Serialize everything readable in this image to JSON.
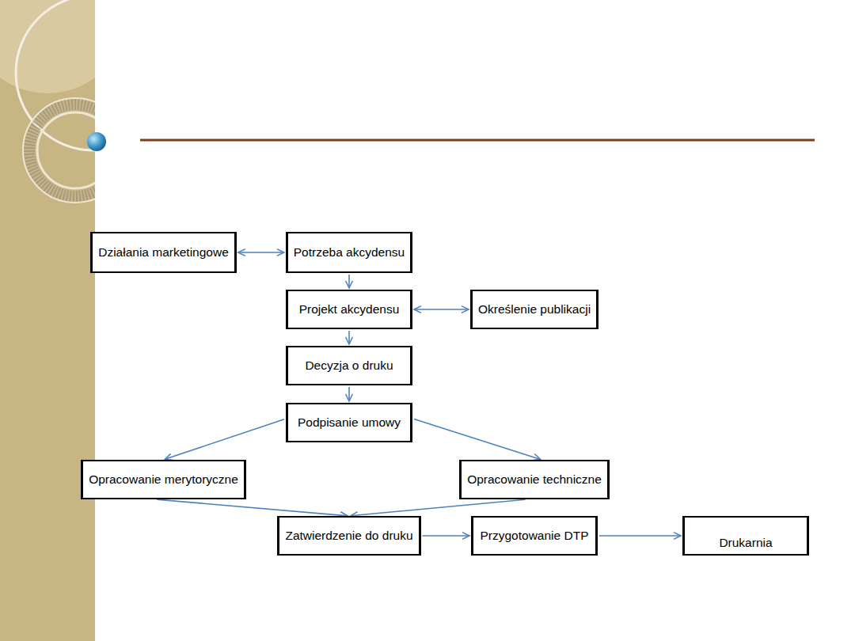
{
  "diagram": {
    "nodes": [
      {
        "text": [
          "Działania marketingowe"
        ]
      },
      {
        "text": [
          "Potrzeba akcydensu"
        ]
      },
      {
        "text": [
          "Projekt akcydensu"
        ]
      },
      {
        "text": [
          "Określenie publikacji"
        ]
      },
      {
        "text": [
          "Decyzja o druku"
        ]
      },
      {
        "text": [
          "Podpisanie umowy"
        ]
      },
      {
        "text": [
          "Opracowanie merytoryczne"
        ]
      },
      {
        "text": [
          "Opracowanie techniczne"
        ]
      },
      {
        "text": [
          "Zatwierdzenie do druku"
        ]
      },
      {
        "text": [
          "Przygotowanie DTP"
        ]
      },
      {
        "text": [
          "Drukarnia"
        ]
      }
    ],
    "edges": [
      {
        "from": 0,
        "to": 1,
        "arrow": "both"
      },
      {
        "from": 1,
        "to": 2,
        "arrow": "to"
      },
      {
        "from": 2,
        "to": 3,
        "arrow": "both"
      },
      {
        "from": 2,
        "to": 4,
        "arrow": "to"
      },
      {
        "from": 4,
        "to": 5,
        "arrow": "to"
      },
      {
        "from": 5,
        "to": 6,
        "arrow": "to"
      },
      {
        "from": 5,
        "to": 7,
        "arrow": "to"
      },
      {
        "from": 6,
        "to": 8,
        "arrow": "to"
      },
      {
        "from": 7,
        "to": 8,
        "arrow": "to"
      },
      {
        "from": 8,
        "to": 9,
        "arrow": "to"
      },
      {
        "from": 9,
        "to": 10,
        "arrow": "to"
      }
    ]
  }
}
